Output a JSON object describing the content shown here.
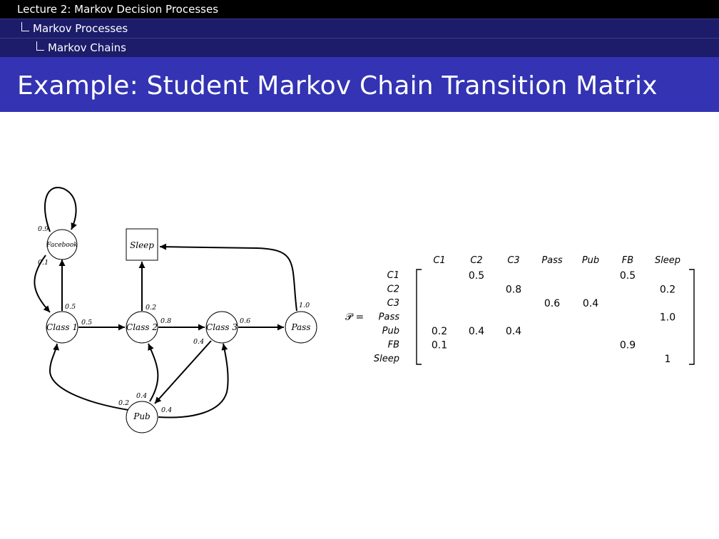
{
  "header": {
    "lecture": "Lecture 2: Markov Decision Processes",
    "section": "Markov Processes",
    "subsection": "Markov Chains"
  },
  "title": "Example: Student Markov Chain Transition Matrix",
  "diagram": {
    "nodes": {
      "facebook": "Facebook",
      "sleep": "Sleep",
      "class1": "Class 1",
      "class2": "Class 2",
      "class3": "Class 3",
      "pass": "Pass",
      "pub": "Pub"
    },
    "edges": {
      "fb_fb": "0.9",
      "fb_c1": "0.1",
      "c1_fb": "0.5",
      "c1_c2": "0.5",
      "c2_sleep": "0.2",
      "c2_c3": "0.8",
      "c3_pass": "0.6",
      "c3_pub": "0.4",
      "pass_sleep": "1.0",
      "pub_c1": "0.2",
      "pub_c2": "0.4",
      "pub_c3": "0.4"
    }
  },
  "matrix": {
    "symbol": "𝒫 =",
    "columns": [
      "C1",
      "C2",
      "C3",
      "Pass",
      "Pub",
      "FB",
      "Sleep"
    ],
    "rows": [
      {
        "label": "C1",
        "cells": [
          "",
          "0.5",
          "",
          "",
          "",
          "0.5",
          ""
        ]
      },
      {
        "label": "C2",
        "cells": [
          "",
          "",
          "0.8",
          "",
          "",
          "",
          "0.2"
        ]
      },
      {
        "label": "C3",
        "cells": [
          "",
          "",
          "",
          "0.6",
          "0.4",
          "",
          ""
        ]
      },
      {
        "label": "Pass",
        "cells": [
          "",
          "",
          "",
          "",
          "",
          "",
          "1.0"
        ]
      },
      {
        "label": "Pub",
        "cells": [
          "0.2",
          "0.4",
          "0.4",
          "",
          "",
          "",
          ""
        ]
      },
      {
        "label": "FB",
        "cells": [
          "0.1",
          "",
          "",
          "",
          "",
          "0.9",
          ""
        ]
      },
      {
        "label": "Sleep",
        "cells": [
          "",
          "",
          "",
          "",
          "",
          "",
          "1"
        ]
      }
    ]
  }
}
